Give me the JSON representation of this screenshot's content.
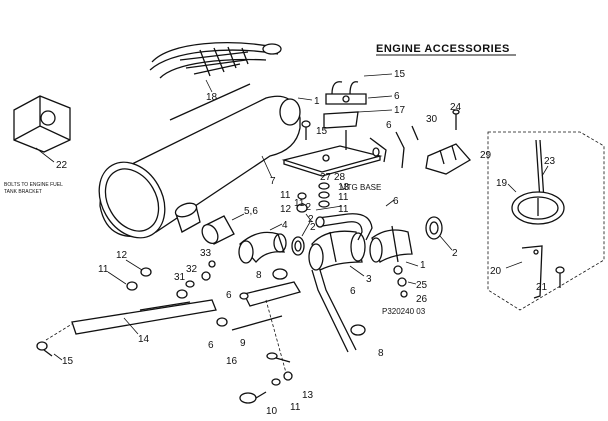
{
  "title": "ENGINE ACCESSORIES",
  "part_code": "P320240 03",
  "mtg_base_label": "MTG BASE",
  "bracket_note_line1": "BOLTS TO ENGINE FUEL",
  "bracket_note_line2": "TANK BRACKET",
  "callouts": {
    "c1a": "1",
    "c1b": "1",
    "c2a": "2",
    "c2b": "2",
    "c3": "3",
    "c4": "4",
    "c5_6": "5,6",
    "c6a": "6",
    "c6b": "6",
    "c6c": "6",
    "c6d": "6",
    "c6e": "6",
    "c6f": "6",
    "c7": "7",
    "c8a": "8",
    "c8b": "8",
    "c9": "9",
    "c10": "10",
    "c11a": "11",
    "c11b": "11",
    "c11c": "11",
    "c11d": "11",
    "c12a": "12",
    "c12b": "12",
    "c12c": "12",
    "c13a": "13",
    "c13b": "13",
    "c14": "14",
    "c15a": "15",
    "c15b": "15",
    "c15c": "15",
    "c16": "16",
    "c17": "17",
    "c18": "18",
    "c19": "19",
    "c20": "20",
    "c21": "21",
    "c22": "22",
    "c23": "23",
    "c24": "24",
    "c25": "25",
    "c26": "26",
    "c27": "27",
    "c28": "28",
    "c29": "29",
    "c30": "30",
    "c31": "31",
    "c32": "32",
    "c33": "33"
  }
}
